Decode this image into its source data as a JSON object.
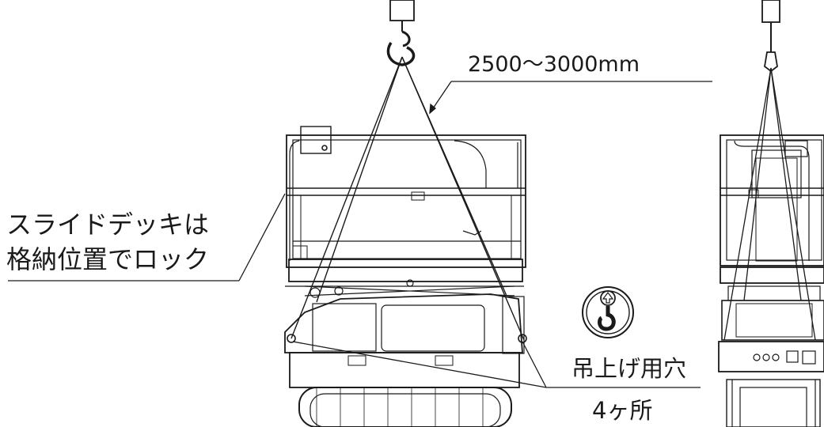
{
  "dimension_label": "2500〜3000mm",
  "slide_deck_note": {
    "line1": "スライドデッキは",
    "line2": "格納位置でロック"
  },
  "lifting_holes": {
    "line1": "吊上げ用穴",
    "line2": "4ヶ所"
  },
  "icons": [
    "crane-hook-icon",
    "lift-point-symbol-icon"
  ],
  "colors": {
    "line": "#1a1a1a",
    "background": "#ffffff"
  }
}
